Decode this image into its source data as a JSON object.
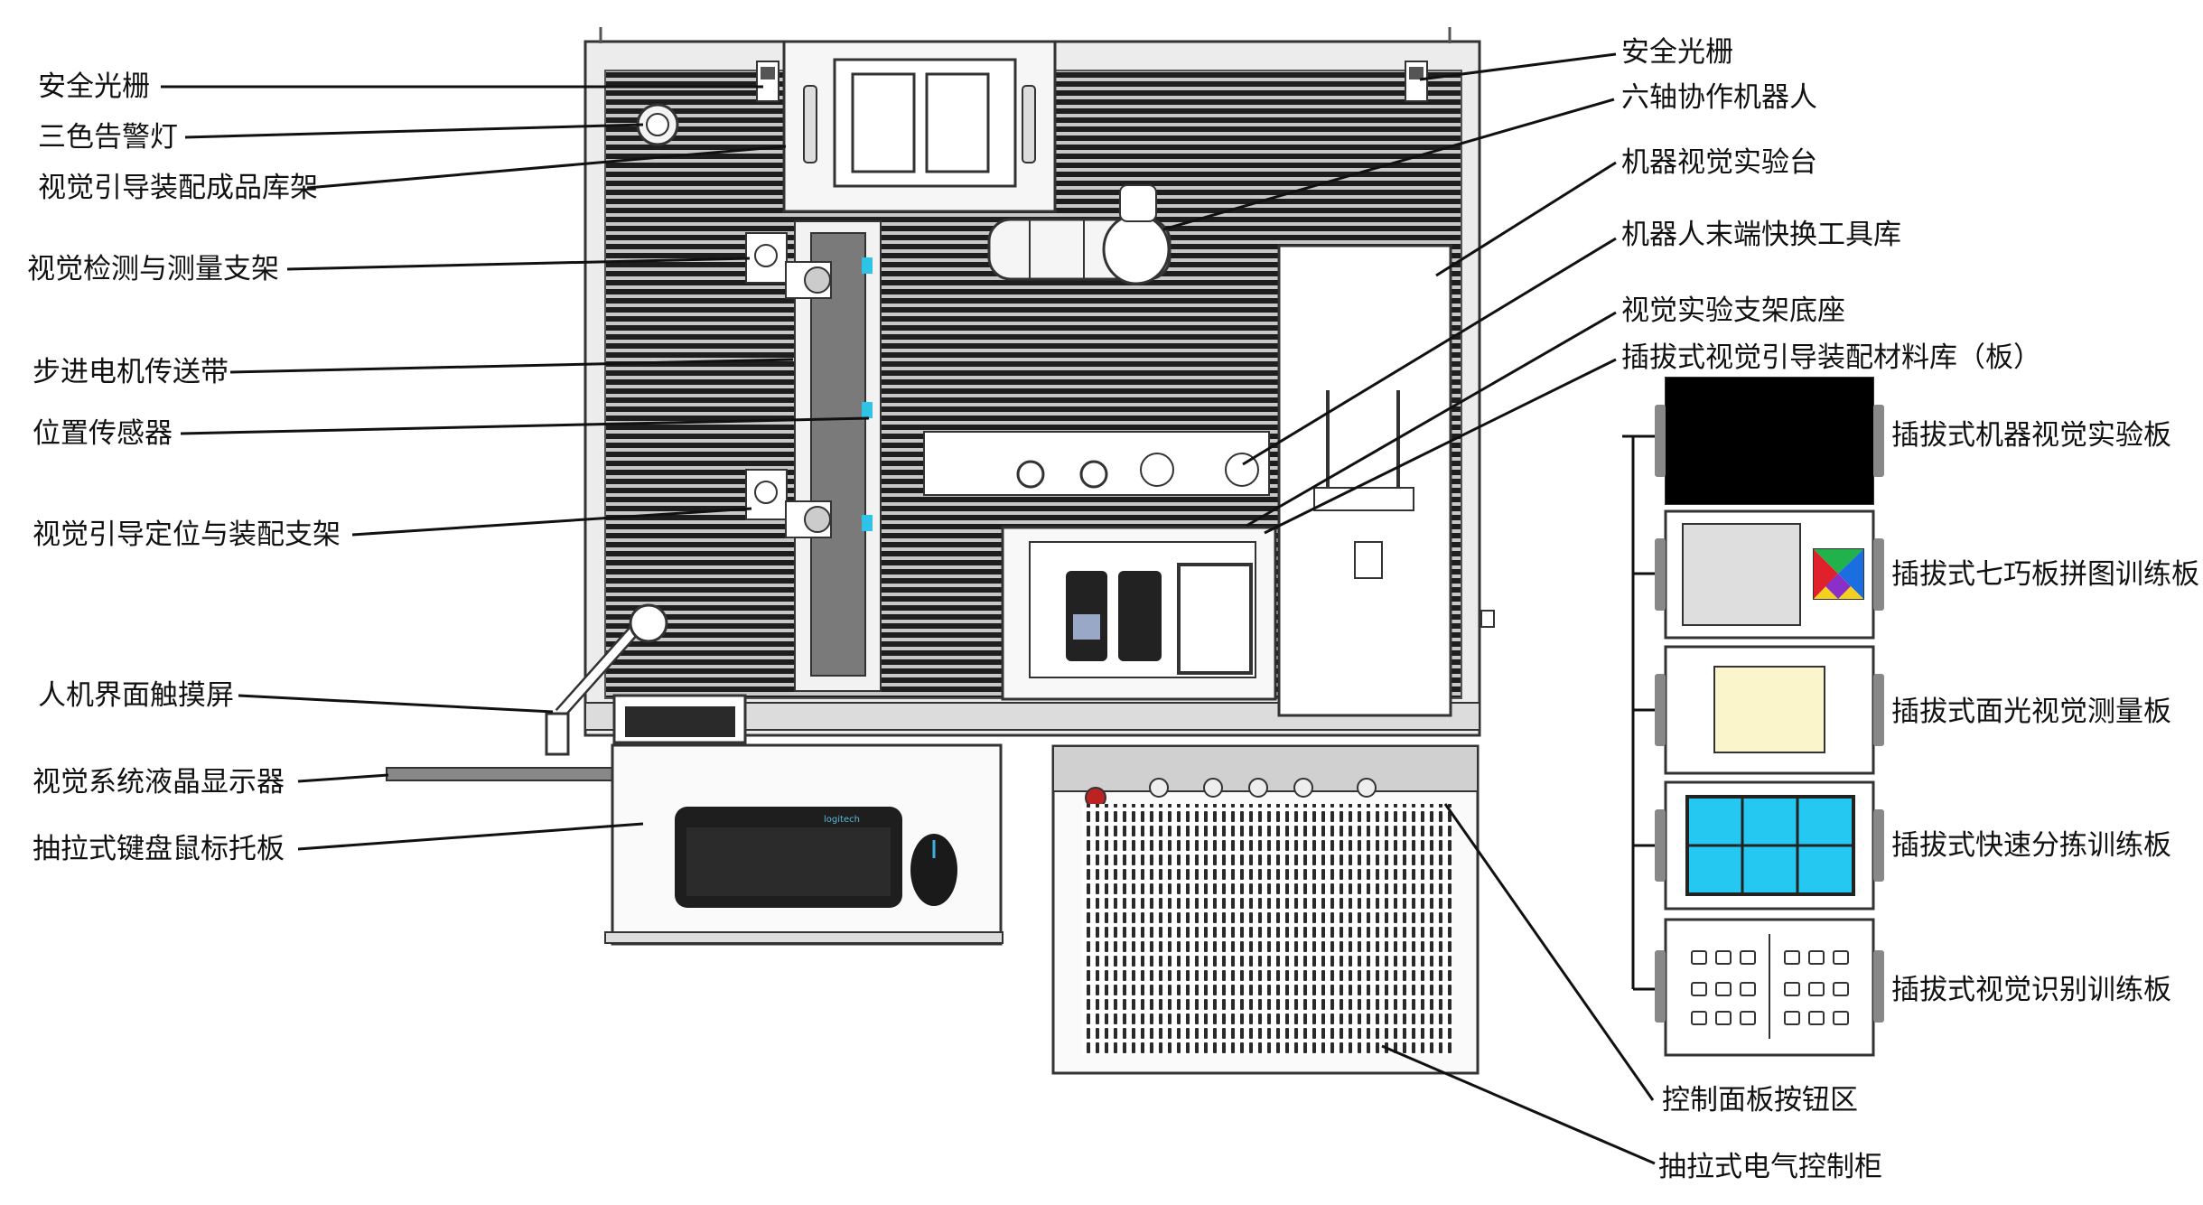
{
  "left_labels": [
    {
      "id": "safety-light-curtain-left",
      "text": "安全光栅"
    },
    {
      "id": "tricolor-warning-light",
      "text": "三色告警灯"
    },
    {
      "id": "vision-assembly-product-rack",
      "text": "视觉引导装配成品库架"
    },
    {
      "id": "vision-inspection-bracket",
      "text": "视觉检测与测量支架"
    },
    {
      "id": "stepper-conveyor",
      "text": "步进电机传送带"
    },
    {
      "id": "position-sensor",
      "text": "位置传感器"
    },
    {
      "id": "vision-positioning-bracket",
      "text": "视觉引导定位与装配支架"
    },
    {
      "id": "hmi-touchscreen",
      "text": "人机界面触摸屏"
    },
    {
      "id": "vision-lcd-monitor",
      "text": "视觉系统液晶显示器"
    },
    {
      "id": "keyboard-mouse-tray",
      "text": "抽拉式键盘鼠标托板"
    }
  ],
  "right_labels": [
    {
      "id": "safety-light-curtain-right",
      "text": "安全光栅"
    },
    {
      "id": "six-axis-cobot",
      "text": "六轴协作机器人"
    },
    {
      "id": "machine-vision-bench",
      "text": "机器视觉实验台"
    },
    {
      "id": "tool-changer-library",
      "text": "机器人末端快换工具库"
    },
    {
      "id": "vision-bracket-base",
      "text": "视觉实验支架底座"
    },
    {
      "id": "plugin-material-library",
      "text": "插拔式视觉引导装配材料库（板）"
    }
  ],
  "board_labels": [
    {
      "id": "board-vision-experiment",
      "text": "插拔式机器视觉实验板"
    },
    {
      "id": "board-tangram",
      "text": "插拔式七巧板拼图训练板"
    },
    {
      "id": "board-surface-light",
      "text": "插拔式面光视觉测量板"
    },
    {
      "id": "board-fast-sorting",
      "text": "插拔式快速分拣训练板"
    },
    {
      "id": "board-vision-recognition",
      "text": "插拔式视觉识别训练板"
    }
  ],
  "bottom_labels": [
    {
      "id": "control-panel-buttons",
      "text": "控制面板按钮区"
    },
    {
      "id": "pullout-electrical-cabinet",
      "text": "抽拉式电气控制柜"
    }
  ],
  "keyboard_brand": "logitech",
  "colors": {
    "ink": "#111111",
    "sorting_cells": "#25c8f0",
    "surface_light": "#fbf5cc",
    "board_black": "#000000"
  }
}
